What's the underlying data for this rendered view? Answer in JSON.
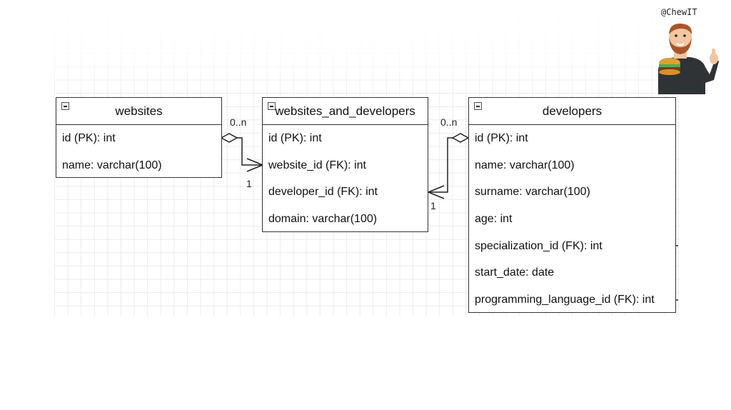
{
  "watermark": "@ChewIT",
  "entities": {
    "websites": {
      "title": "websites",
      "fields": [
        "id (PK): int",
        "name: varchar(100)"
      ]
    },
    "websites_and_developers": {
      "title": "websites_and_developers",
      "fields": [
        "id (PK): int",
        "website_id (FK): int",
        "developer_id (FK): int",
        "domain: varchar(100)"
      ]
    },
    "developers": {
      "title": "developers",
      "fields": [
        "id (PK): int",
        "name: varchar(100)",
        "surname: varchar(100)",
        "age: int",
        "specialization_id (FK): int",
        "start_date: date",
        "programming_language_id (FK): int"
      ]
    }
  },
  "relations": [
    {
      "from": "websites",
      "to": "websites_and_developers",
      "many_label": "0..n",
      "one_label": "1"
    },
    {
      "from": "developers",
      "to": "websites_and_developers",
      "many_label": "0..n",
      "one_label": "1"
    }
  ],
  "colors": {
    "border": "#333333",
    "grid": "#ececec",
    "text": "#111111"
  },
  "icons": [
    "collapse-icon",
    "mascot-illustration"
  ]
}
